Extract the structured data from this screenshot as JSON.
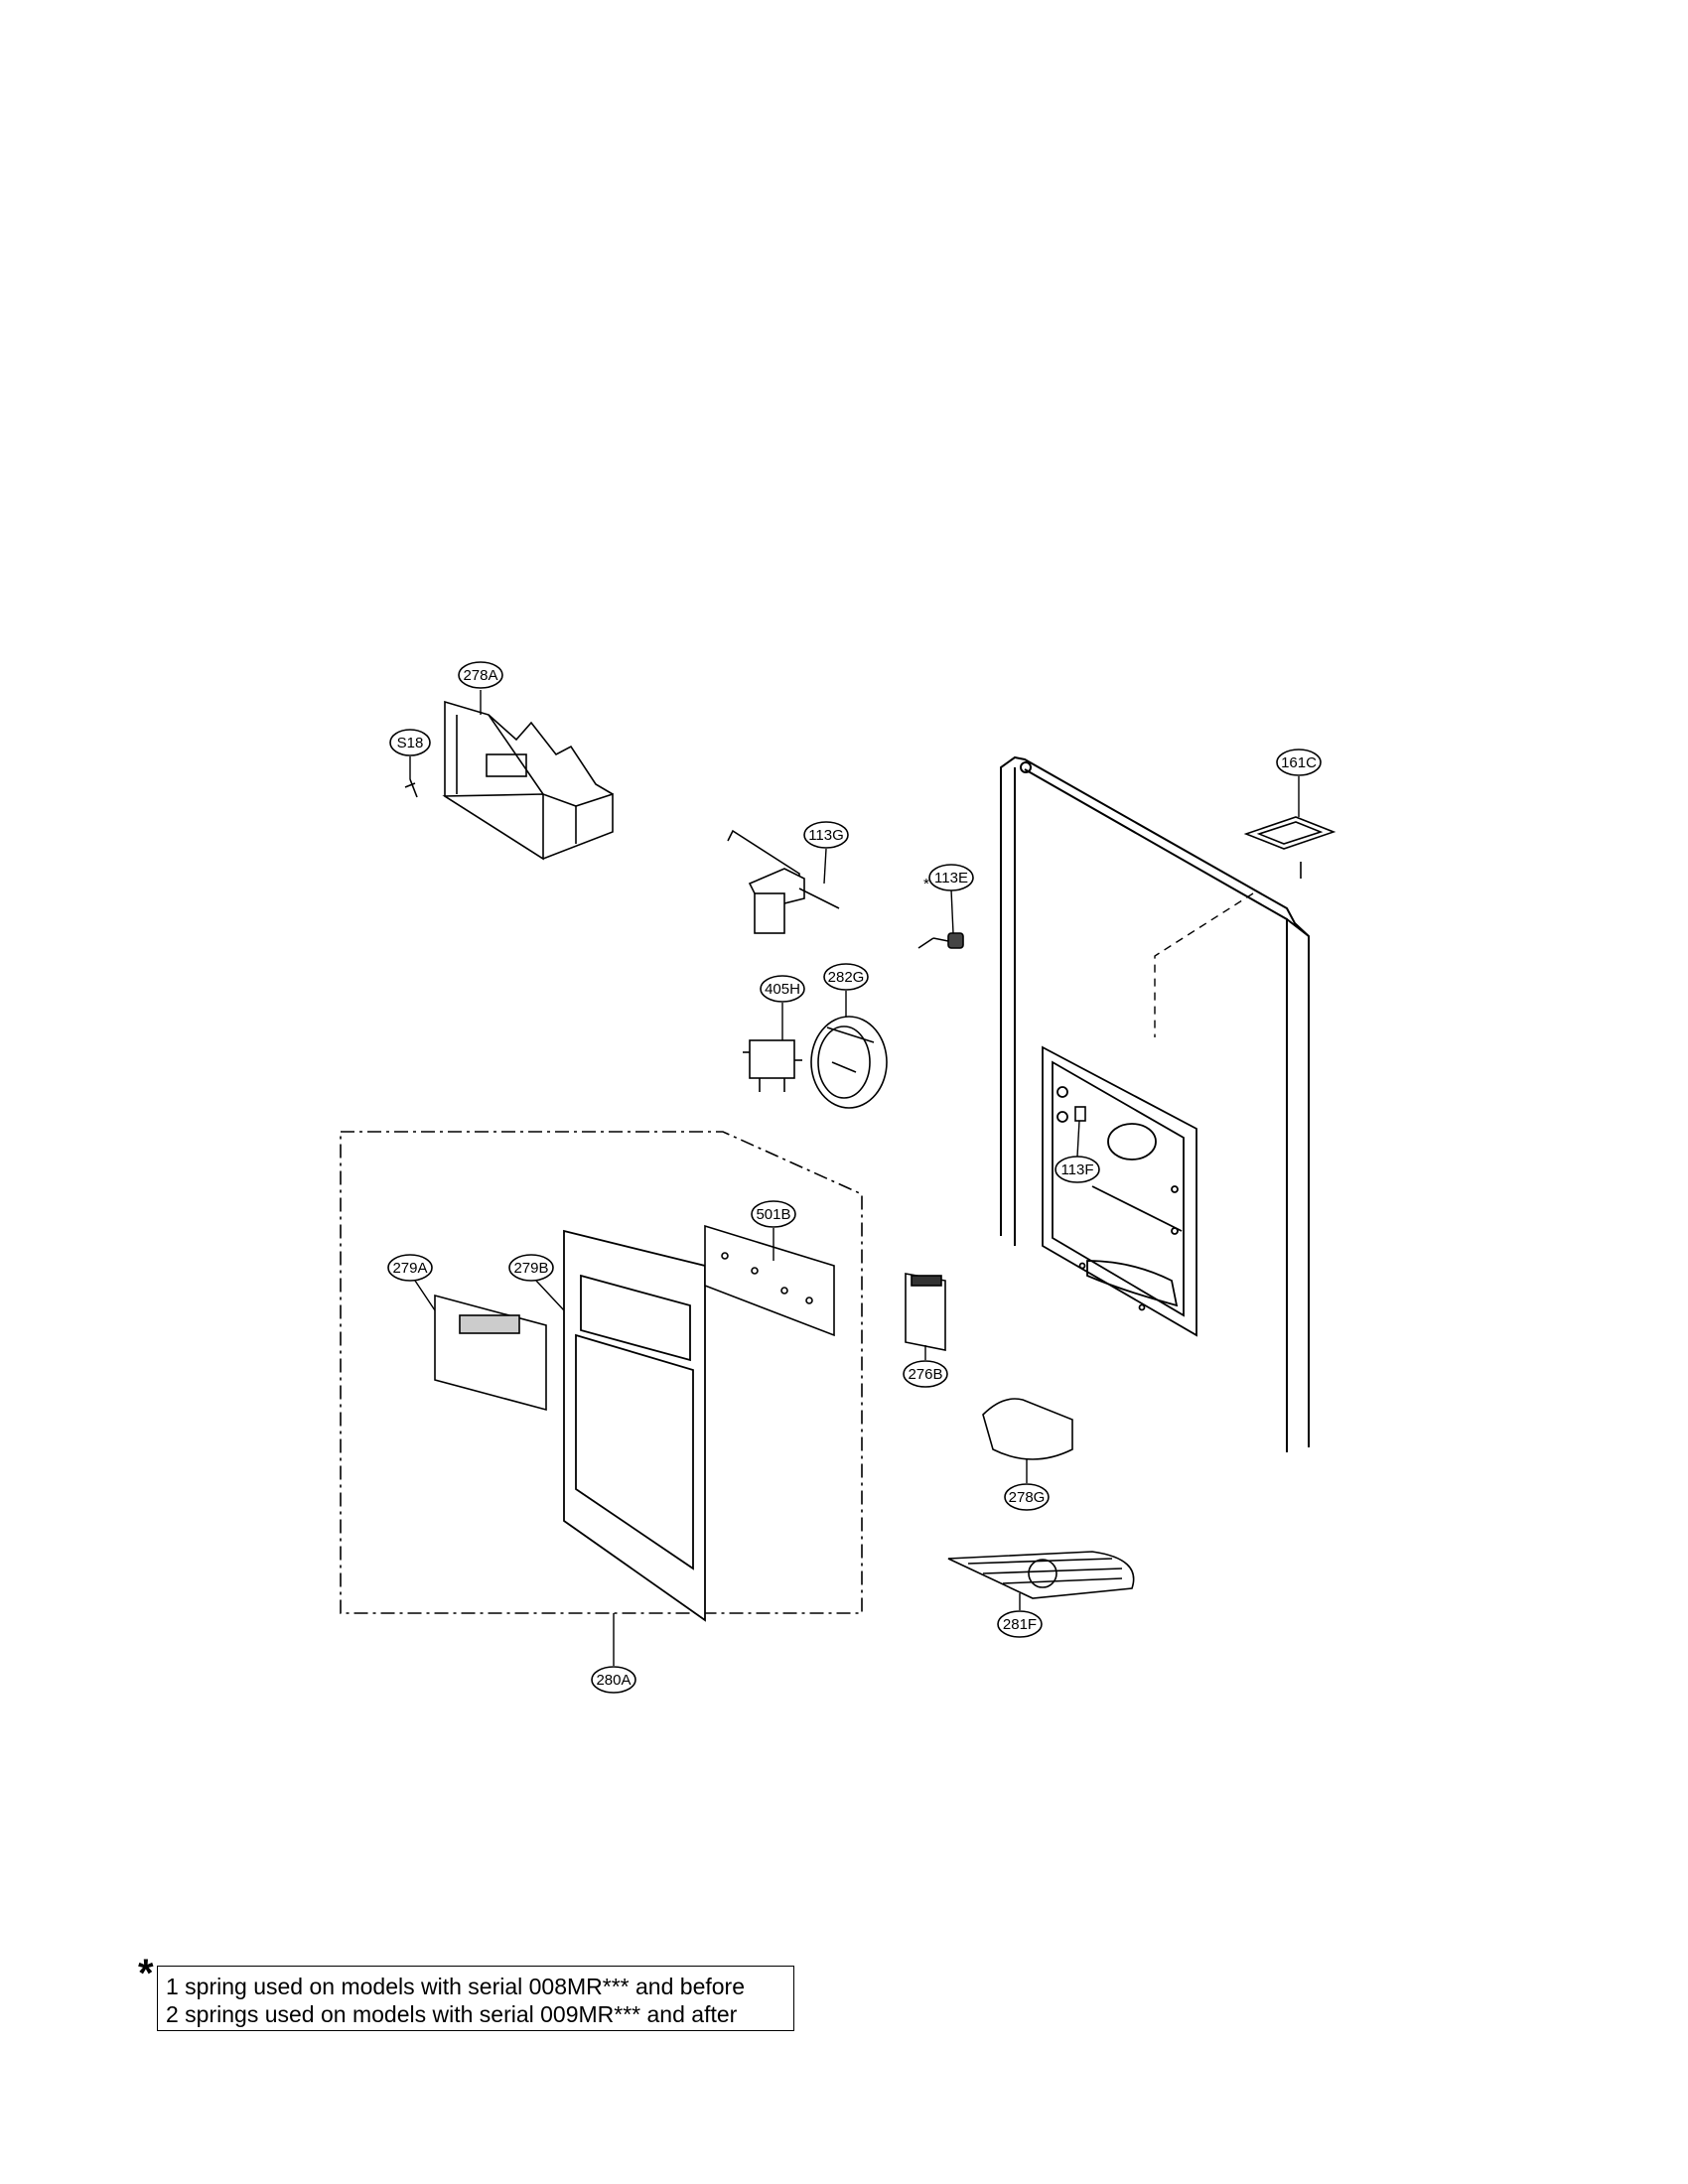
{
  "diagram": {
    "callouts": [
      {
        "id": "278A",
        "label": "278A"
      },
      {
        "id": "S18",
        "label": "S18"
      },
      {
        "id": "113G",
        "label": "113G"
      },
      {
        "id": "113E",
        "label": "113E"
      },
      {
        "id": "161C",
        "label": "161C"
      },
      {
        "id": "405H",
        "label": "405H"
      },
      {
        "id": "282G",
        "label": "282G"
      },
      {
        "id": "113F",
        "label": "113F"
      },
      {
        "id": "501B",
        "label": "501B"
      },
      {
        "id": "279A",
        "label": "279A"
      },
      {
        "id": "279B",
        "label": "279B"
      },
      {
        "id": "276B",
        "label": "276B"
      },
      {
        "id": "278G",
        "label": "278G"
      },
      {
        "id": "281F",
        "label": "281F"
      },
      {
        "id": "280A",
        "label": "280A"
      }
    ],
    "asterisk_marker": "*"
  },
  "note": {
    "marker": "*",
    "lines": [
      "1 spring used on models with serial 008MR*** and before",
      "2 springs used on models with serial 009MR*** and after"
    ]
  }
}
